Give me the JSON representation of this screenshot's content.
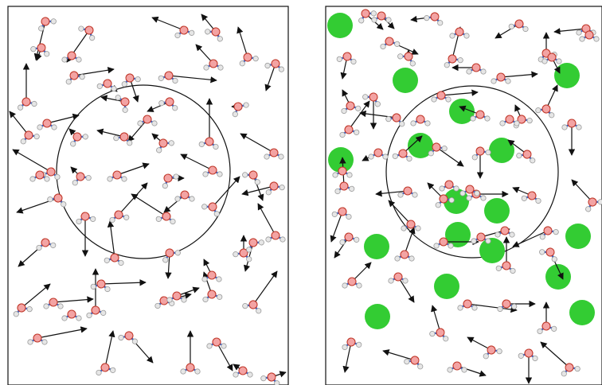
{
  "diagram": {
    "panels": [
      {
        "id": "pure-water",
        "has_solute": false,
        "solute_particles": 0,
        "water_molecules": 62
      },
      {
        "id": "solution",
        "has_solute": true,
        "solute_particles": 17,
        "water_molecules": 62
      }
    ],
    "colors": {
      "border": "#111111",
      "arrow": "#111111",
      "circle": "#111111",
      "oxygen_fill": "#f3a3a3",
      "oxygen_stroke": "#c0392b",
      "hydrogen_fill": "#e6e6e6",
      "hydrogen_stroke": "#9a9a9a",
      "bond": "#2f5fd0",
      "solute": "#33cc33"
    },
    "icons": [
      "water-molecule-icon",
      "solute-particle-icon",
      "velocity-arrow-icon"
    ]
  }
}
